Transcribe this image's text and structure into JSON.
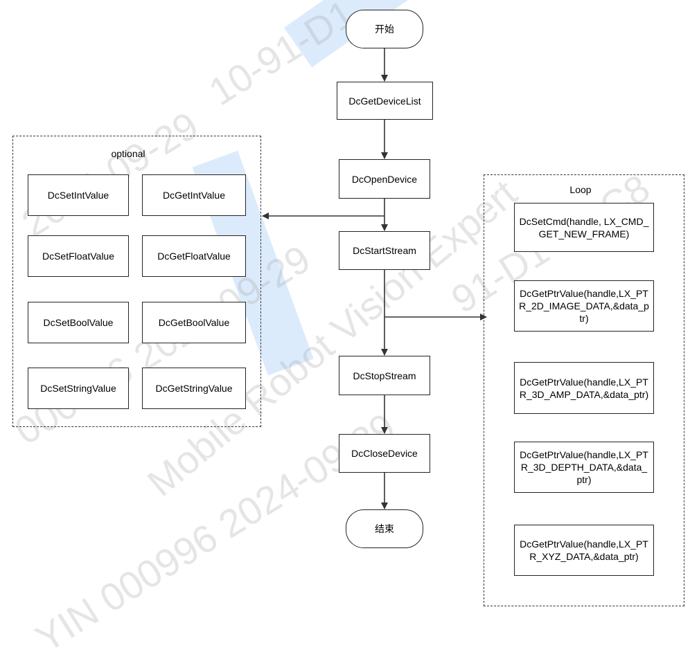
{
  "nodes": {
    "start": "开始",
    "get_device_list": "DcGetDeviceList",
    "open_device": "DcOpenDevice",
    "start_stream": "DcStartStream",
    "stop_stream": "DcStopStream",
    "close_device": "DcCloseDevice",
    "end": "结束"
  },
  "optional": {
    "label": "optional",
    "items": [
      "DcSetIntValue",
      "DcGetIntValue",
      "DcSetFloatValue",
      "DcGetFloatValue",
      "DcSetBoolValue",
      "DcGetBoolValue",
      "DcSetStringValue",
      "DcGetStringValue"
    ]
  },
  "loop": {
    "label": "Loop",
    "items": [
      "DcSetCmd(handle, LX_CMD_GET_NEW_FRAME)",
      "DcGetPtrValue(handle,LX_PTR_2D_IMAGE_DATA,&data_ptr)",
      "DcGetPtrValue(handle,LX_PTR_3D_AMP_DATA,&data_ptr)",
      "DcGetPtrValue(handle,LX_PTR_3D_DEPTH_DATA,&data_ptr)",
      "DcGetPtrValue(handle,LX_PTR_XYZ_DATA,&data_ptr)"
    ]
  },
  "watermark": {
    "lines": [
      "10-91-D1",
      "2024-09-29",
      "Mobile Robot Vision Expert",
      "000996 2024-09-29",
      "91-D1-62-C8",
      "YIN 000996 2024-09-29"
    ]
  },
  "colors": {
    "line": "#333333",
    "accent_watermark": "#d6e8fb"
  }
}
